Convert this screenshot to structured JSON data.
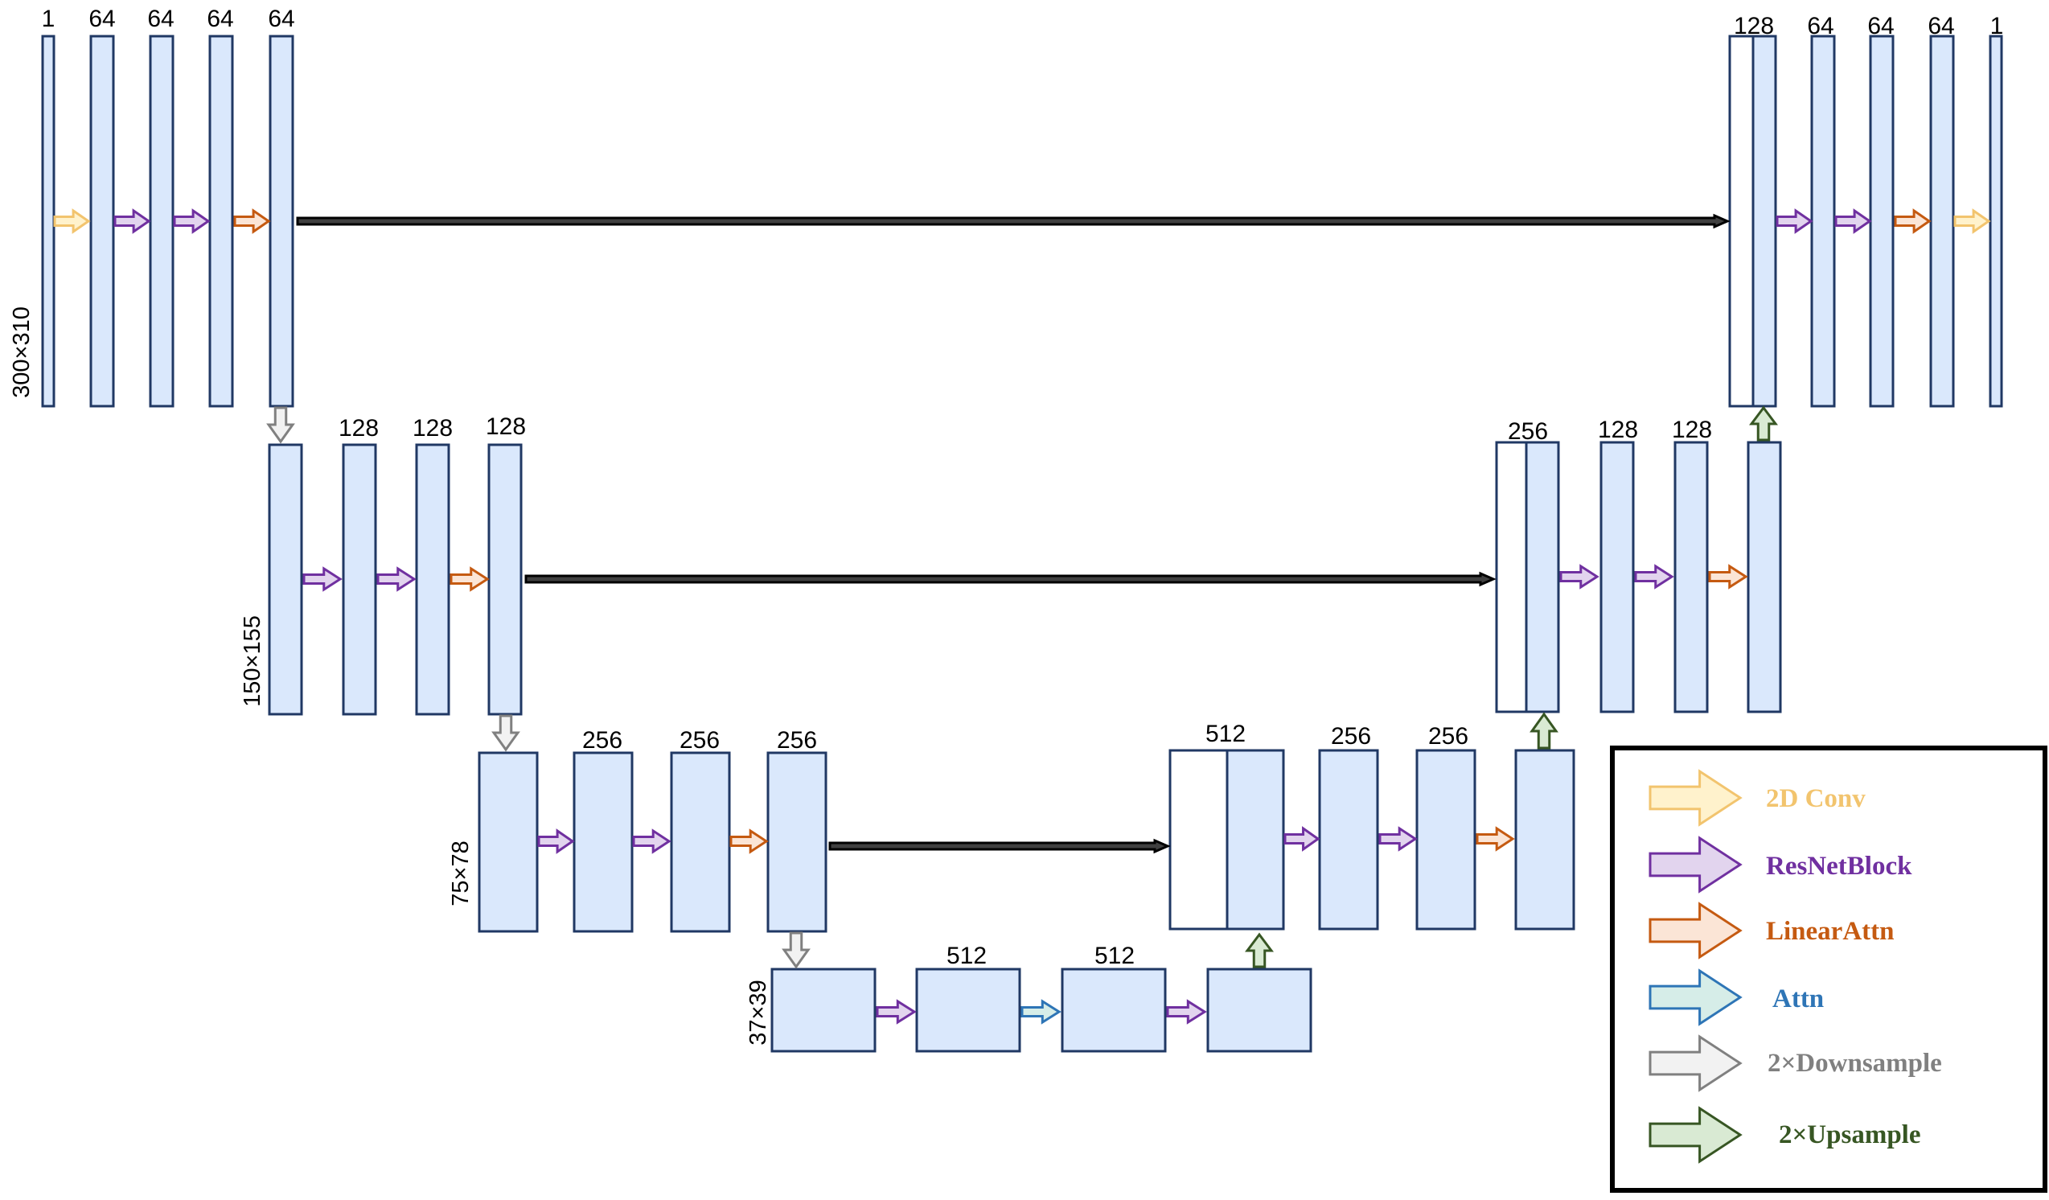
{
  "legend": {
    "items": [
      {
        "label": "2D Conv",
        "color": "#f2c46e",
        "fill": "#fff2cc"
      },
      {
        "label": "ResNetBlock",
        "color": "#7030a0",
        "fill": "#e2d4ee"
      },
      {
        "label": "LinearAttn",
        "color": "#c55a11",
        "fill": "#fbe5d6"
      },
      {
        "label": "Attn",
        "color": "#2e75b6",
        "fill": "#d6ede8"
      },
      {
        "label": "2×Downsample",
        "color": "#808080",
        "fill": "#f2f2f2"
      },
      {
        "label": "2×Upsample",
        "color": "#375623",
        "fill": "#d9ead3",
        "text_color": "#375623"
      }
    ],
    "text_colors": [
      "#f2c46e",
      "#7030a0",
      "#c55a11",
      "#2e75b6",
      "#808080",
      "#375623"
    ]
  },
  "levels": {
    "level1": {
      "resolution": "300×310",
      "encoder_channels": [
        "1",
        "64",
        "64",
        "64",
        "64"
      ],
      "decoder_channels": [
        "128",
        "64",
        "64",
        "64",
        "1"
      ]
    },
    "level2": {
      "resolution": "150×155",
      "encoder_channels": [
        "128",
        "128",
        "128"
      ],
      "decoder_channels": [
        "256",
        "128",
        "128"
      ]
    },
    "level3": {
      "resolution": "75×78",
      "encoder_channels": [
        "256",
        "256",
        "256"
      ],
      "decoder_channels": [
        "512",
        "256",
        "256"
      ]
    },
    "level4": {
      "resolution": "37×39",
      "channels": [
        "512",
        "512"
      ]
    }
  }
}
